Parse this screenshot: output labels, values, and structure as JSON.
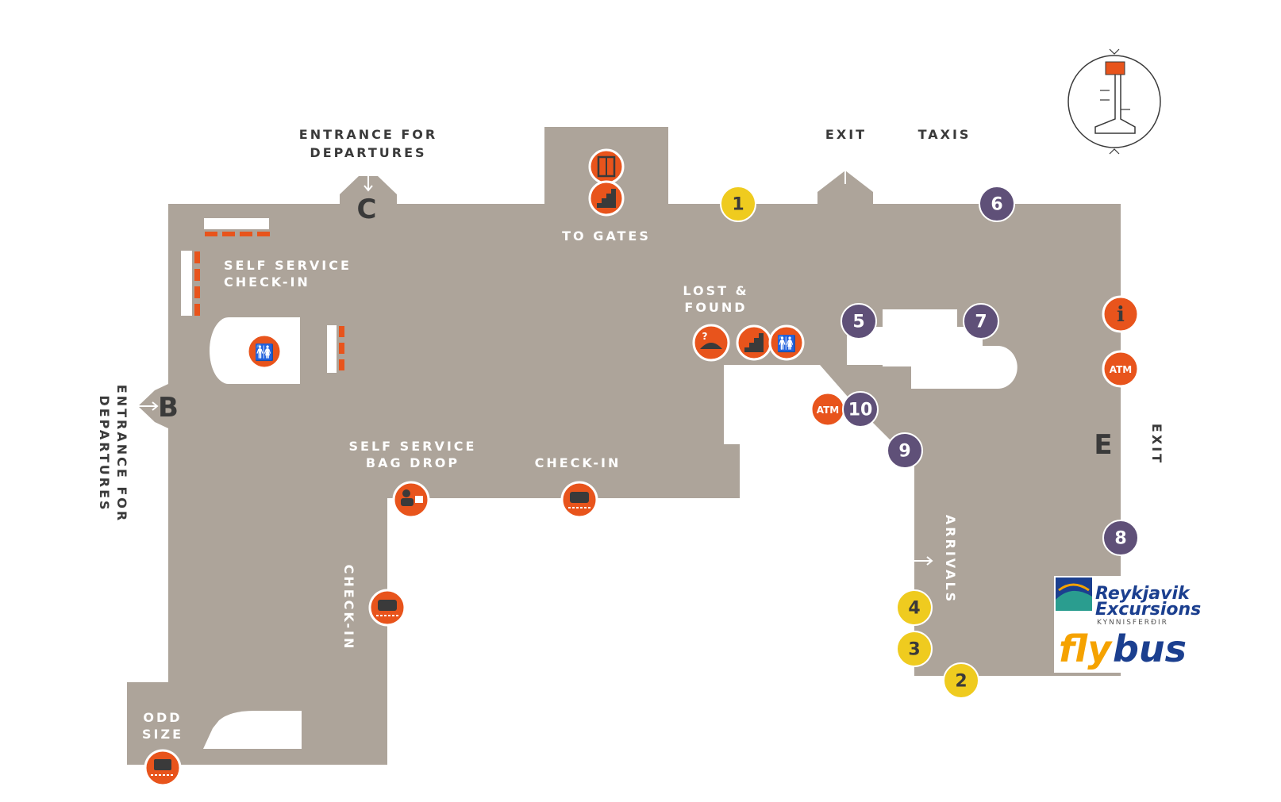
{
  "labels": {
    "entrance_c_line1": "ENTRANCE FOR",
    "entrance_c_line2": "DEPARTURES",
    "entrance_b_line1": "ENTRANCE FOR",
    "entrance_b_line2": "DEPARTURES",
    "exit_top": "EXIT",
    "taxis": "TAXIS",
    "exit_right": "EXIT",
    "to_gates": "TO GATES",
    "self_service_checkin_line1": "SELF SERVICE",
    "self_service_checkin_line2": "CHECK-IN",
    "lost_found_line1": "LOST &",
    "lost_found_line2": "FOUND",
    "bag_drop_line1": "SELF SERVICE",
    "bag_drop_line2": "BAG DROP",
    "checkin": "CHECK-IN",
    "checkin_vertical": "CHECK-IN",
    "arrivals": "ARRIVALS",
    "odd_size_line1": "ODD",
    "odd_size_line2": "SIZE"
  },
  "entrances": {
    "c": "C",
    "b": "B",
    "e": "E"
  },
  "yellow_stops": [
    "1",
    "2",
    "3",
    "4"
  ],
  "purple_stops": [
    "5",
    "6",
    "7",
    "8",
    "9",
    "10"
  ],
  "atm_labels": {
    "atm_right": "ATM",
    "atm_center": "ATM"
  },
  "icons": {
    "info": "info-icon",
    "elevator": "elevator-icon",
    "escalator": "escalator-icon",
    "toilets": "toilets-icon",
    "lost_found": "lost-and-found-icon",
    "baggage": "baggage-checkin-icon",
    "bag_drop": "self-service-bag-drop-icon",
    "odd_size": "odd-size-baggage-icon",
    "compass": "terminal-overview-icon"
  },
  "logo": {
    "line1": "Reykjavik",
    "line2": "Excursions",
    "line3": "KYNNISFERÐIR",
    "fly": "fly",
    "bus": "bus"
  },
  "colors": {
    "floor": "#ada49a",
    "orange": "#e8541c",
    "yellow": "#efcb1f",
    "purple": "#5f5078",
    "dark_text": "#3a3a3a"
  }
}
